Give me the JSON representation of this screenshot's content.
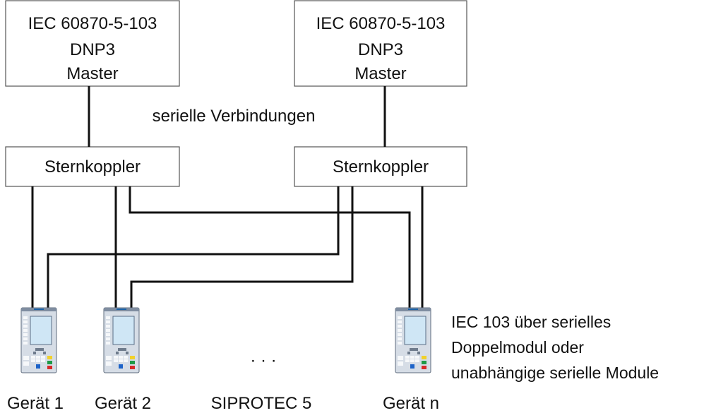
{
  "masters": [
    {
      "lines": [
        "IEC 60870-5-103",
        "DNP3",
        "Master"
      ]
    },
    {
      "lines": [
        "IEC 60870-5-103",
        "DNP3",
        "Master"
      ]
    }
  ],
  "couplers": [
    {
      "label": "Sternkoppler"
    },
    {
      "label": "Sternkoppler"
    }
  ],
  "connection_label": "serielle Verbindungen",
  "devices": [
    {
      "label": "Gerät 1"
    },
    {
      "label": "Gerät 2"
    },
    {
      "label": "Gerät n"
    }
  ],
  "ellipsis": "·   ·   ·",
  "family_label": "SIPROTEC 5",
  "note_lines": [
    "IEC 103 über serielles",
    "Doppelmodul oder",
    "unabhängige serielle Module"
  ],
  "colors": {
    "line": "#111111",
    "box_border": "#555555",
    "device_body": "#d6dde6",
    "device_screen": "#cfe6f5"
  }
}
